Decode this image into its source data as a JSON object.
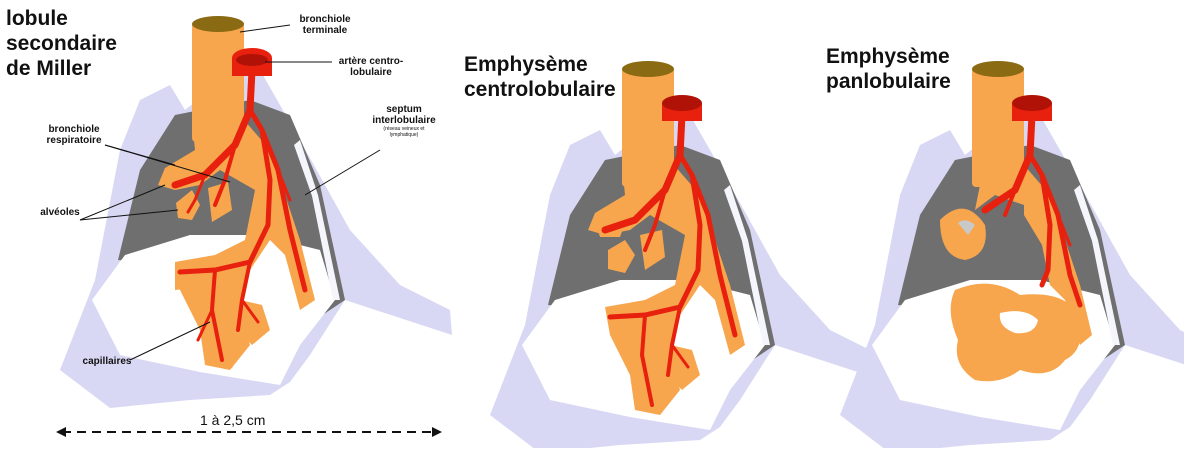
{
  "panel1": {
    "title_lines": [
      "lobule",
      "secondaire",
      "de Miller"
    ],
    "labels": {
      "bronchiole_terminale": [
        "bronchiole",
        "terminale"
      ],
      "artere": [
        "artère centro-",
        "lobulaire"
      ],
      "septum": [
        "septum",
        "interlobulaire"
      ],
      "septum_note": [
        "(réseau veineux et",
        "lymphatique)"
      ],
      "bronchiole_respiratoire": [
        "bronchiole",
        "respiratoire"
      ],
      "alveoles": "alvéoles",
      "capillaires": "capillaires"
    },
    "scale": "1 à 2,5 cm"
  },
  "panel2": {
    "title_lines": [
      "Emphysème",
      "centrolobulaire"
    ]
  },
  "panel3": {
    "title_lines": [
      "Emphysème",
      "panlobulaire"
    ]
  },
  "colors": {
    "septum": "#d8d8f4",
    "gray": "#6f6f6f",
    "airway": "#f7a64e",
    "artery": "#e8200e",
    "lumen": "#8a6a12"
  }
}
